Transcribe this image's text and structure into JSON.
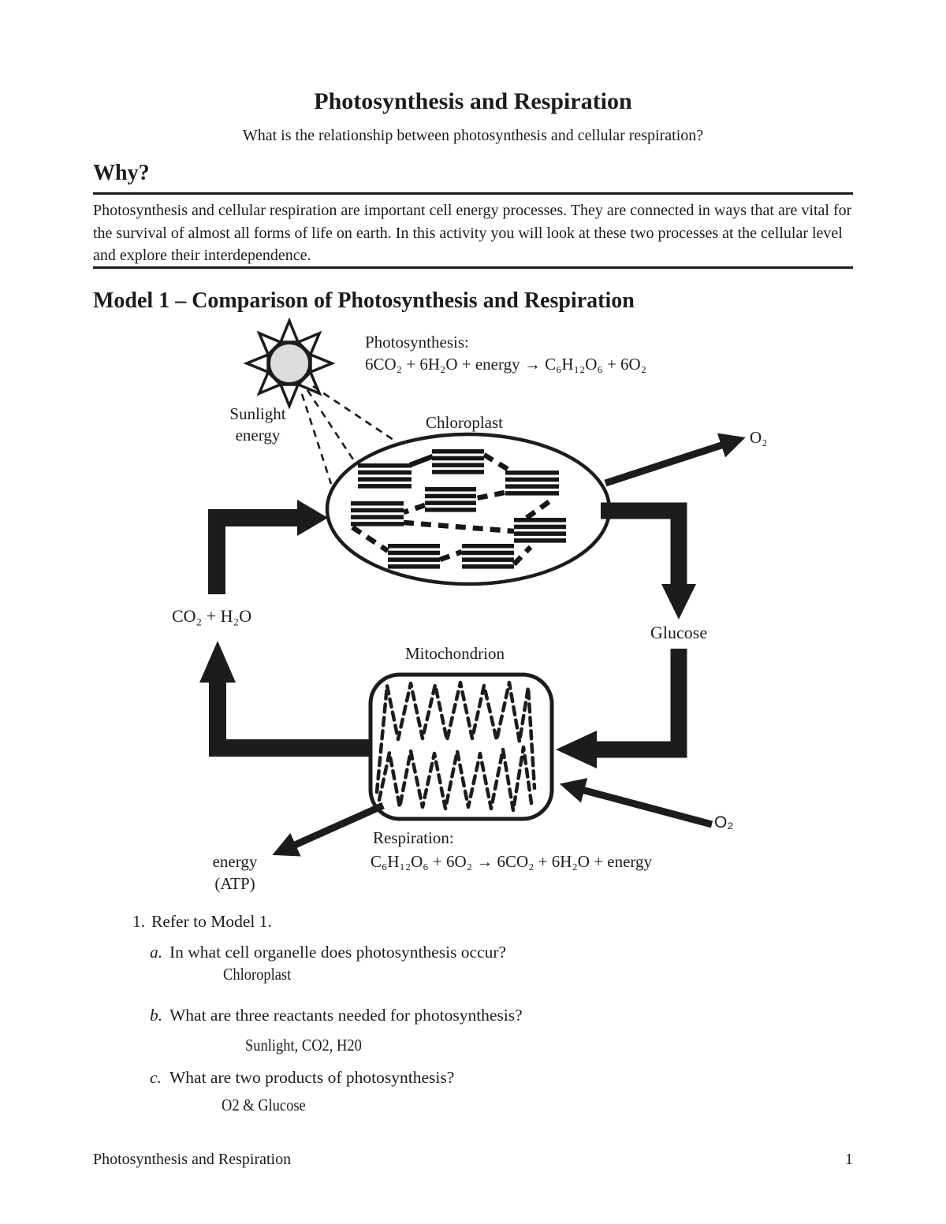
{
  "page": {
    "title": "Photosynthesis and Respiration",
    "subtitle": "What is the relationship between photosynthesis and cellular respiration?",
    "why_heading": "Why?",
    "why_text": "Photosynthesis and cellular respiration are important cell energy processes. They are connected in ways that are vital for the survival of almost all forms of life on earth. In this activity you will look at these two processes at the cellular level and explore their interdependence.",
    "model_heading": "Model 1 – Comparison of Photosynthesis and Respiration"
  },
  "diagram": {
    "photosynthesis_label": "Photosynthesis:",
    "photosynthesis_equation": "6CO₂ + 6H₂O + energy → C₆H₁₂O₆ + 6O₂",
    "sunlight_line1": "Sunlight",
    "sunlight_line2": "energy",
    "chloroplast_label": "Chloroplast",
    "o2_out_label": "O₂",
    "co2_h2o_label": "CO₂ + H₂O",
    "glucose_label": "Glucose",
    "mitochondrion_label": "Mitochondrion",
    "o2_in_label": "O₂",
    "energy_line1": "energy",
    "energy_line2": "(ATP)",
    "respiration_label": "Respiration:",
    "respiration_equation": "C₆H₁₂O₆ + 6O₂ → 6CO₂ + 6H₂O + energy",
    "icons": {
      "sun": "sun-with-rays"
    }
  },
  "questions": {
    "q1_number": "1.",
    "q1_text": "Refer to Model 1.",
    "items": [
      {
        "letter": "a.",
        "text": "In what cell organelle does photosynthesis occur?",
        "answer": "Chloroplast"
      },
      {
        "letter": "b.",
        "text": "What are three reactants needed for photosynthesis?",
        "answer": "Sunlight, CO2, H20"
      },
      {
        "letter": "c.",
        "text": "What are two products of photosynthesis?",
        "answer": "O2 & Glucose"
      }
    ]
  },
  "footer": {
    "left": "Photosynthesis and Respiration",
    "page_number": "1"
  },
  "colors": {
    "ink": "#1c1c1c",
    "sun_fill": "#dcdcdc"
  }
}
